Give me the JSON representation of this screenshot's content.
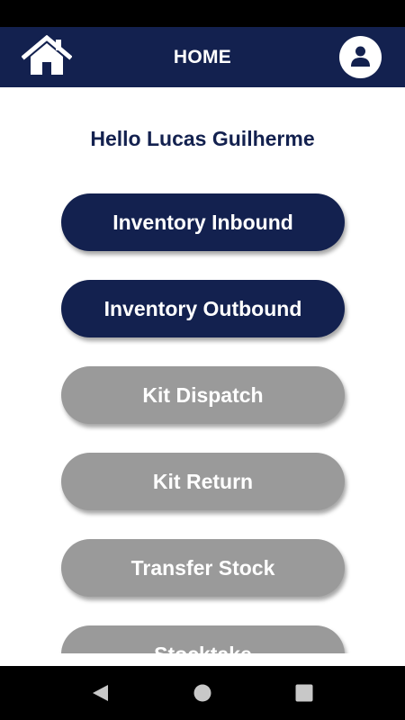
{
  "header": {
    "title": "HOME",
    "home_icon": "home-icon",
    "profile_icon": "user-icon"
  },
  "greeting": "Hello Lucas Guilherme",
  "menu": [
    {
      "label": "Inventory Inbound",
      "state": "active"
    },
    {
      "label": "Inventory Outbound",
      "state": "active"
    },
    {
      "label": "Kit Dispatch",
      "state": "disabled"
    },
    {
      "label": "Kit Return",
      "state": "disabled"
    },
    {
      "label": "Transfer Stock",
      "state": "disabled"
    },
    {
      "label": "Stocktake",
      "state": "disabled"
    }
  ],
  "colors": {
    "primary": "#13214f",
    "disabled": "#9a9a9a",
    "background": "#ffffff"
  },
  "system_nav": {
    "back_icon": "back-triangle-icon",
    "home_icon": "home-circle-icon",
    "recents_icon": "recents-square-icon"
  }
}
